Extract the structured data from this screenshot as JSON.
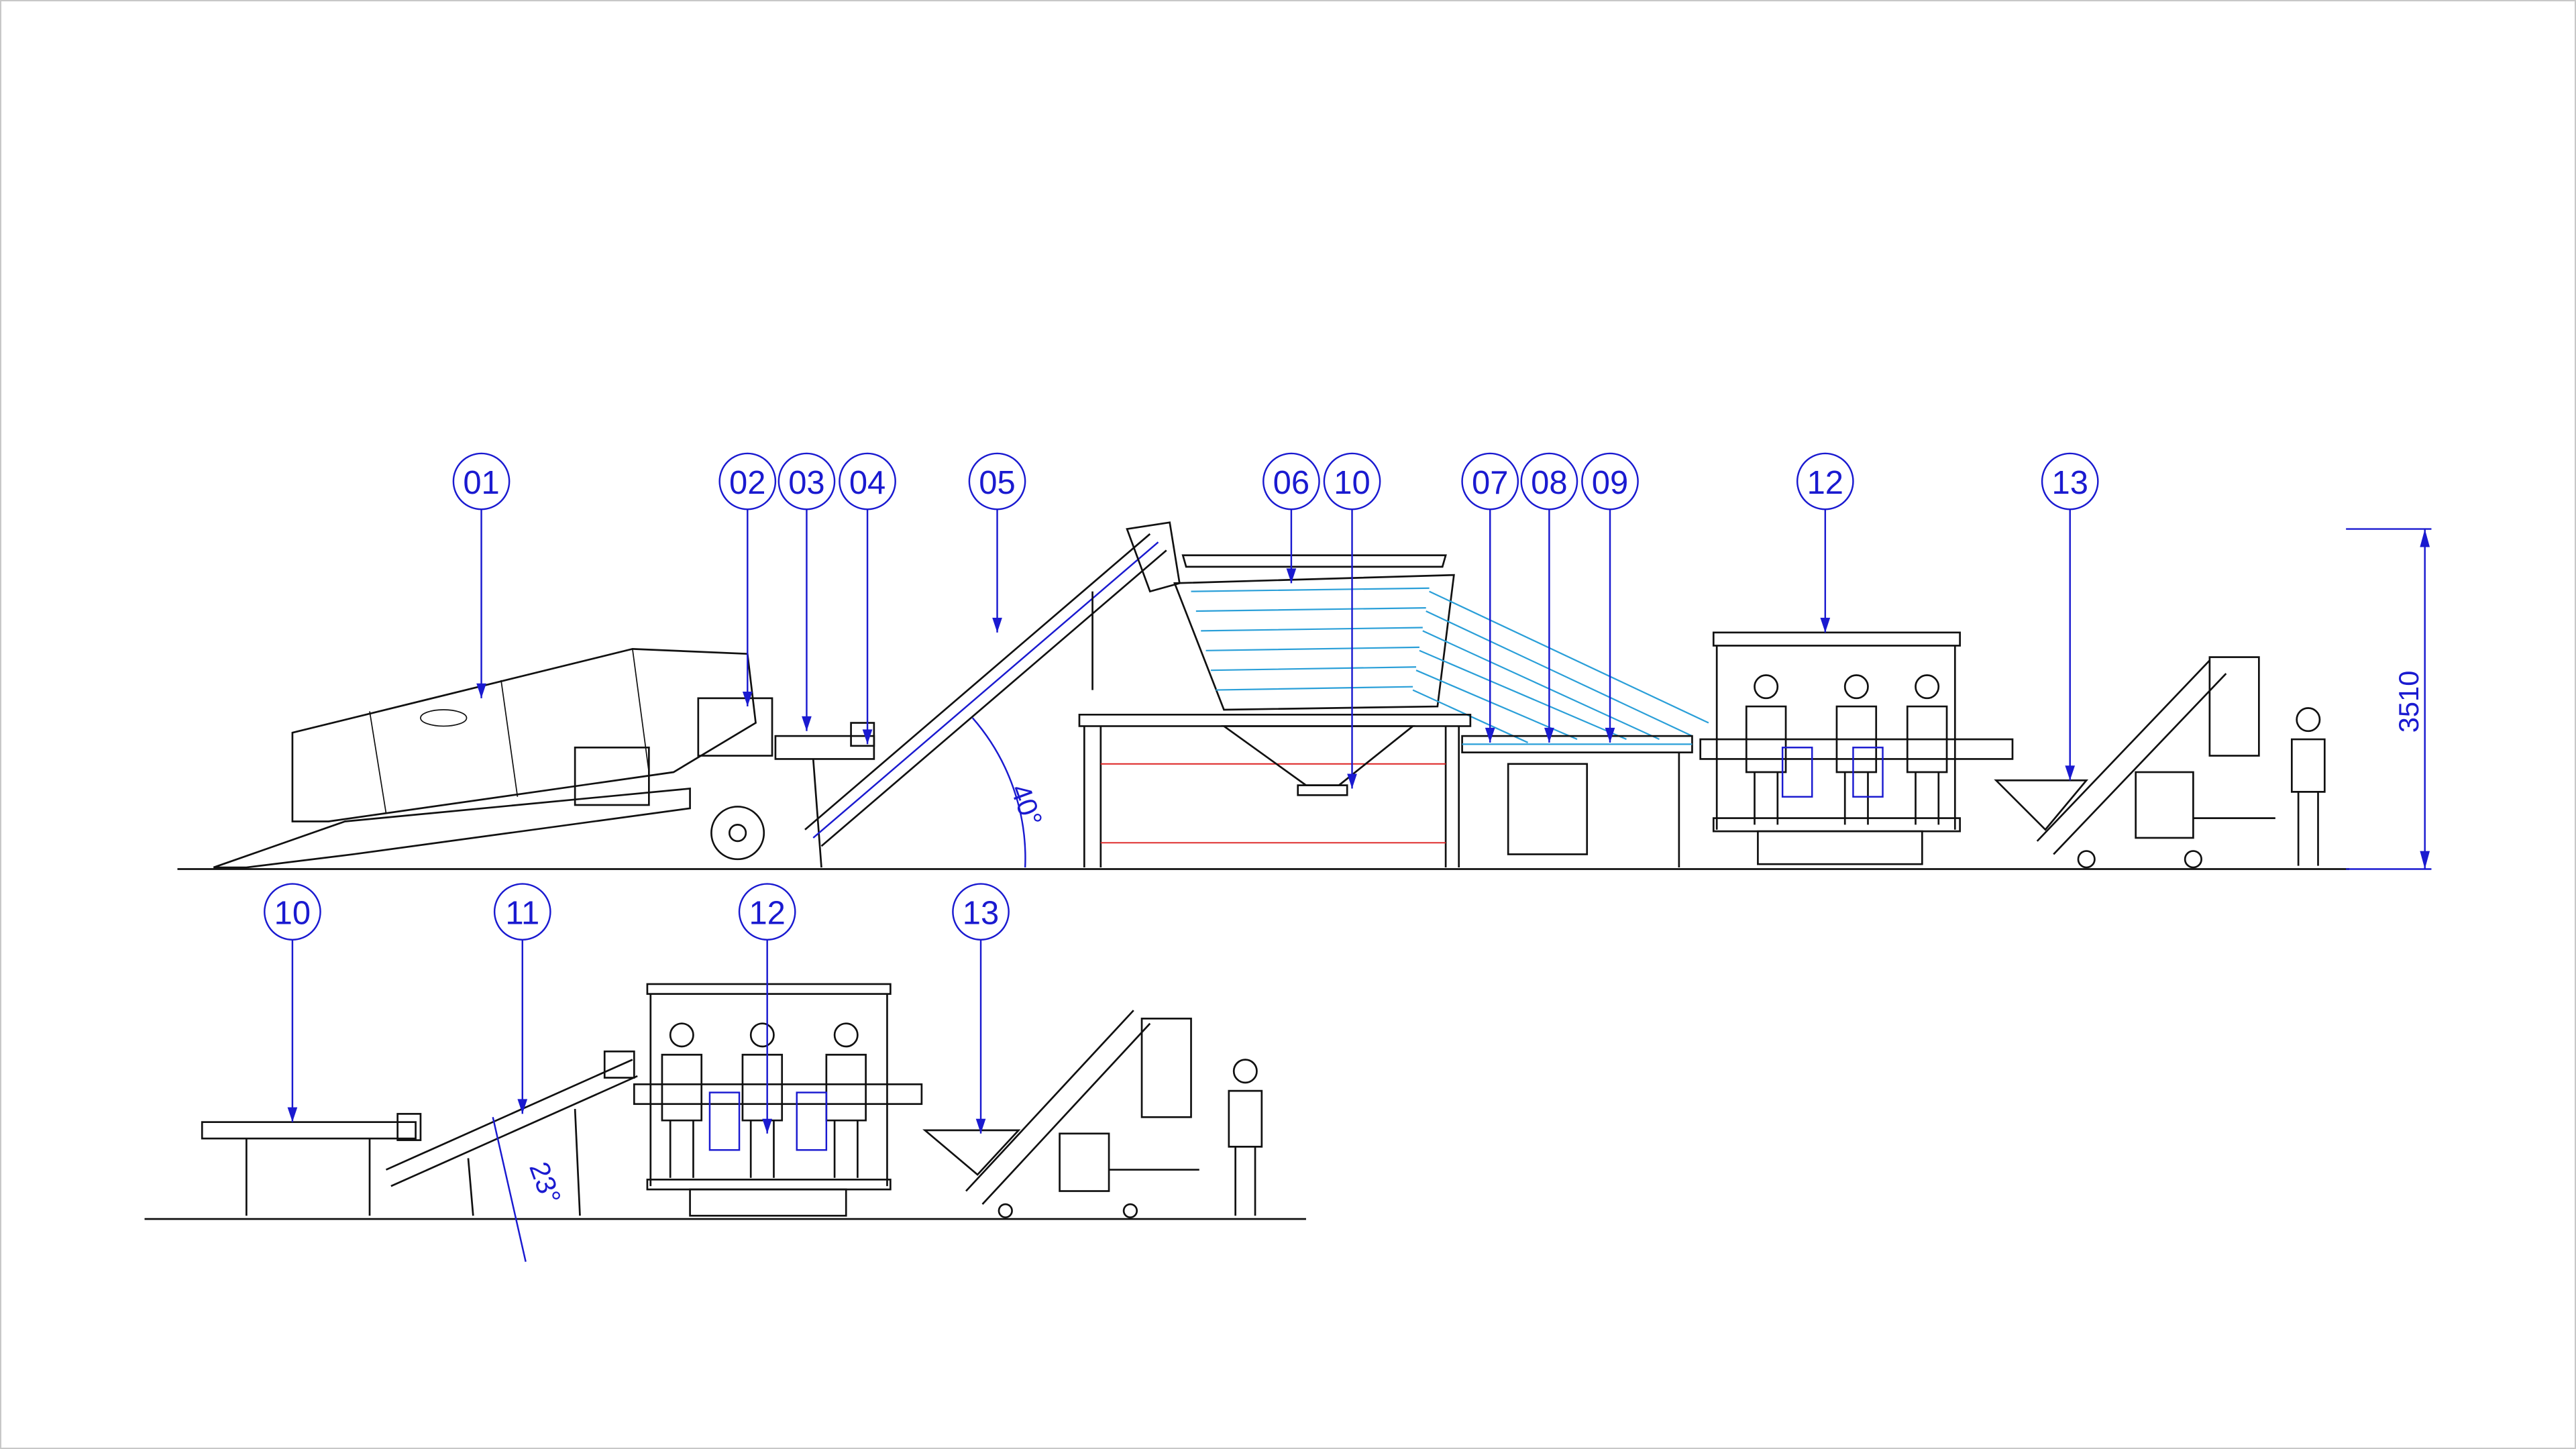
{
  "balloons_top": [
    "01",
    "02",
    "03",
    "04",
    "05",
    "06",
    "10",
    "07",
    "08",
    "09",
    "12",
    "13"
  ],
  "balloons_bottom": [
    "10",
    "11",
    "12",
    "13"
  ],
  "dimensions": {
    "height": "3510",
    "angle_top": "40°",
    "angle_bottom": "23°"
  },
  "colors": {
    "annotation": "#1a1ad0",
    "lines": "#111111",
    "accent_cyan": "#2a9fd8",
    "accent_red": "#dd2222"
  }
}
